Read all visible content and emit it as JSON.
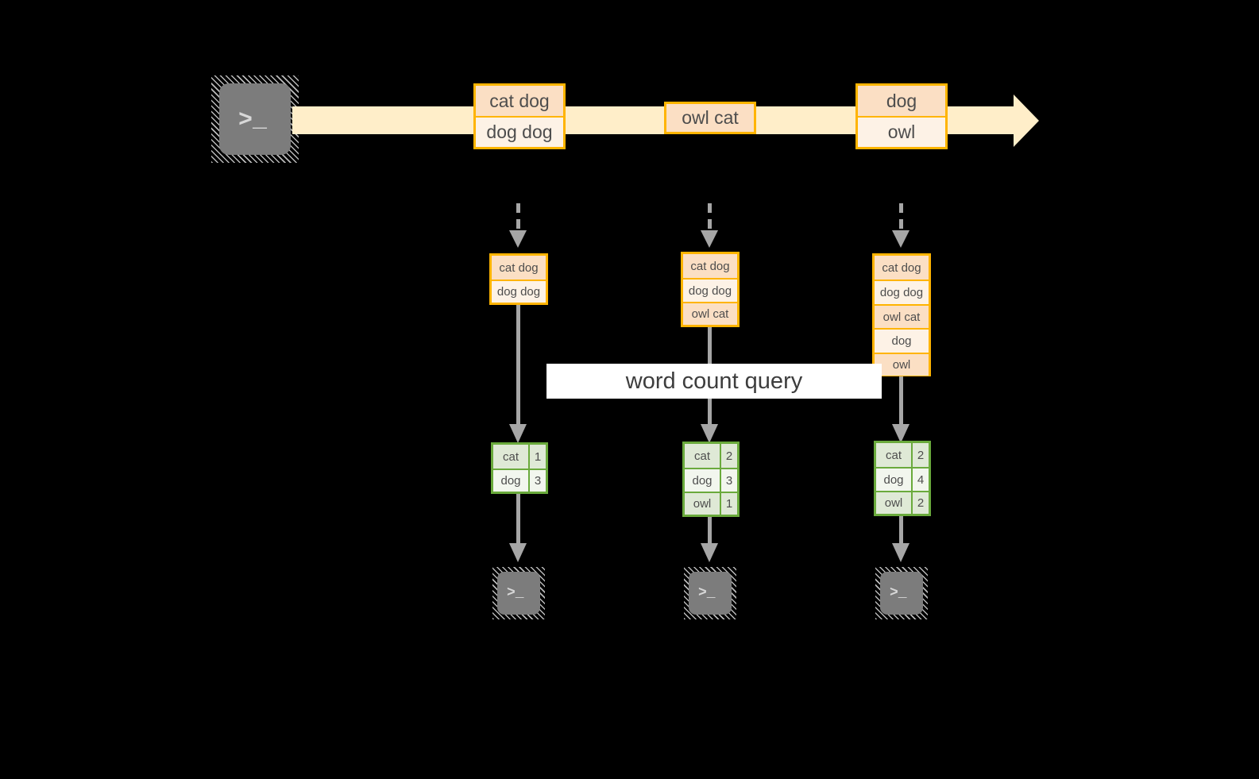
{
  "diagram": {
    "title_label": "word count query",
    "colors": {
      "background": "#000000",
      "stream_fill": "#ffeec9",
      "record_border": "#ffb400",
      "record_fill": "#fdf2e6",
      "record_fill_alt": "#fbdfc4",
      "result_border": "#6aaa3c",
      "result_fill": "#f2f6ee",
      "result_fill_alt": "#dfe9d6",
      "connector": "#a6a6a6",
      "terminal_body": "#7c7c7c",
      "label_bg": "#ffffff",
      "text": "#4d4d4d"
    },
    "terminal_glyph": ">_",
    "stream": {
      "producer_icon": "terminal-icon",
      "records": [
        {
          "id": "stream-record-1",
          "lines": [
            "cat dog",
            "dog dog"
          ]
        },
        {
          "id": "stream-record-2",
          "lines": [
            "owl cat"
          ]
        },
        {
          "id": "stream-record-3",
          "lines": [
            "dog",
            "owl"
          ]
        }
      ]
    },
    "snapshots": [
      {
        "id": "snapshot-1",
        "lines": [
          "cat dog",
          "dog dog"
        ]
      },
      {
        "id": "snapshot-2",
        "lines": [
          "cat dog",
          "dog dog",
          "owl cat"
        ]
      },
      {
        "id": "snapshot-3",
        "lines": [
          "cat dog",
          "dog dog",
          "owl cat",
          "dog",
          "owl"
        ]
      }
    ],
    "results": [
      {
        "id": "result-1",
        "rows": [
          {
            "word": "cat",
            "count": "1"
          },
          {
            "word": "dog",
            "count": "3"
          }
        ]
      },
      {
        "id": "result-2",
        "rows": [
          {
            "word": "cat",
            "count": "2"
          },
          {
            "word": "dog",
            "count": "3"
          },
          {
            "word": "owl",
            "count": "1"
          }
        ]
      },
      {
        "id": "result-3",
        "rows": [
          {
            "word": "cat",
            "count": "2"
          },
          {
            "word": "dog",
            "count": "4"
          },
          {
            "word": "owl",
            "count": "2"
          }
        ]
      }
    ],
    "consumers": [
      {
        "id": "consumer-1",
        "glyph": ">_"
      },
      {
        "id": "consumer-2",
        "glyph": ">_"
      },
      {
        "id": "consumer-3",
        "glyph": ">_"
      }
    ]
  }
}
